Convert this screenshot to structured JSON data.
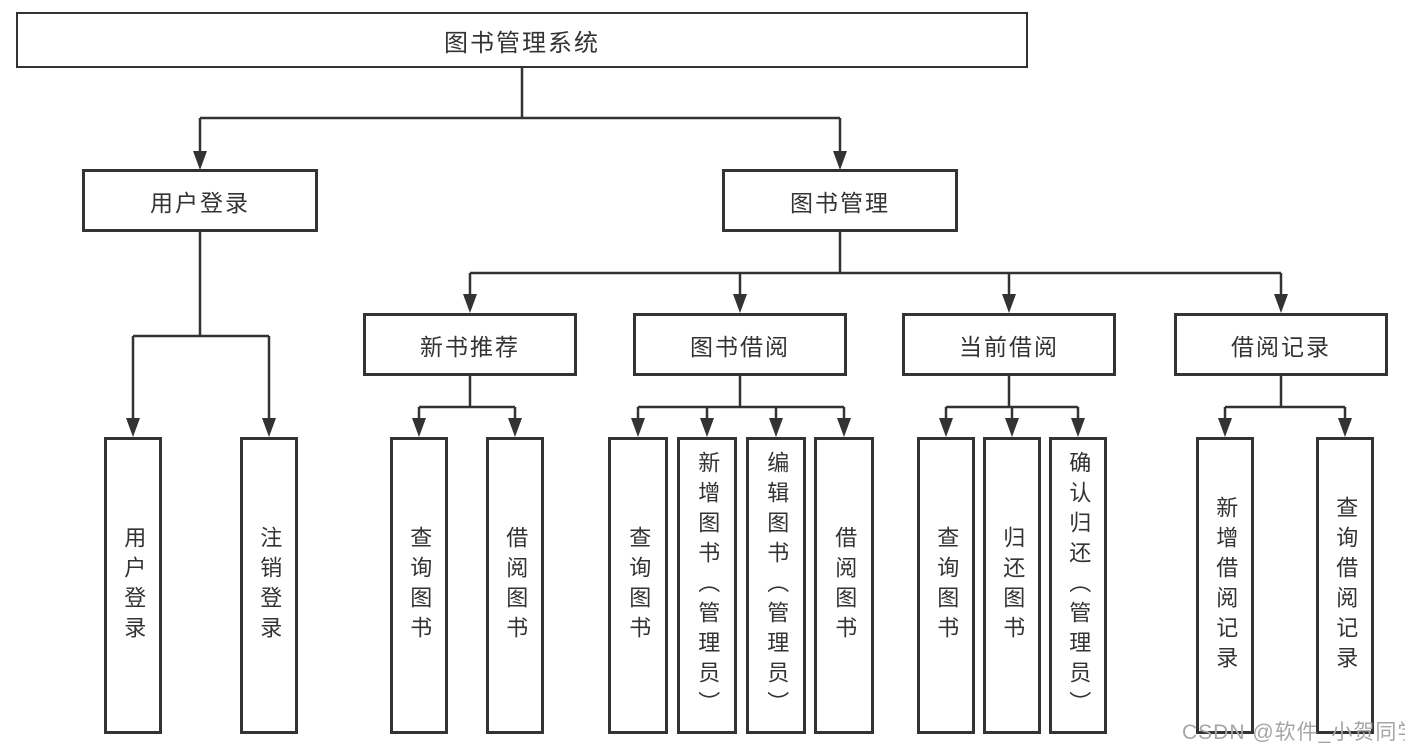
{
  "nodes": {
    "root": {
      "label": "图书管理系统"
    },
    "branches": [
      {
        "label": "用户登录",
        "children": [
          {
            "label": "用户登录"
          },
          {
            "label": "注销登录"
          }
        ]
      },
      {
        "label": "图书管理",
        "children": [
          {
            "label": "新书推荐",
            "children": [
              {
                "label": "查询图书"
              },
              {
                "label": "借阅图书"
              }
            ]
          },
          {
            "label": "图书借阅",
            "children": [
              {
                "label": "查询图书"
              },
              {
                "label": "新增图书（管理员）"
              },
              {
                "label": "编辑图书（管理员）"
              },
              {
                "label": "借阅图书"
              }
            ]
          },
          {
            "label": "当前借阅",
            "children": [
              {
                "label": "查询图书"
              },
              {
                "label": "归还图书"
              },
              {
                "label": "确认归还（管理员）"
              }
            ]
          },
          {
            "label": "借阅记录",
            "children": [
              {
                "label": "新增借阅记录"
              },
              {
                "label": "查询借阅记录"
              }
            ]
          }
        ]
      }
    ]
  },
  "watermark": {
    "text": "CSDN @软件_小贺同学"
  },
  "colors": {
    "line": "#333333",
    "text": "#333333",
    "background": "#ffffff",
    "watermark": "#a6a6a6"
  }
}
